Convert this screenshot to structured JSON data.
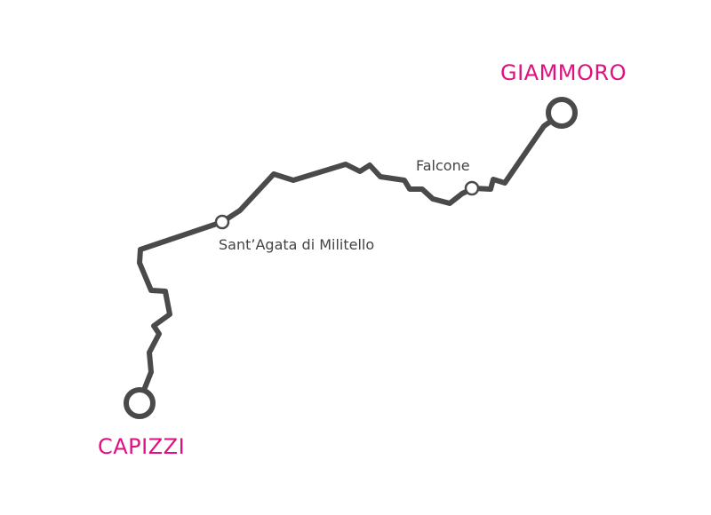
{
  "colors": {
    "route_line": "#4a4a4a",
    "terminus_label": "#e0107f",
    "station_label": "#444444",
    "station_fill": "#ffffff"
  },
  "termini": {
    "start": {
      "name": "GIAMMORO"
    },
    "end": {
      "name": "CAPIZZI"
    }
  },
  "stations": {
    "falcone": {
      "name": "Falcone"
    },
    "sant_agata": {
      "name": "Sant’Agata di Militello"
    }
  }
}
